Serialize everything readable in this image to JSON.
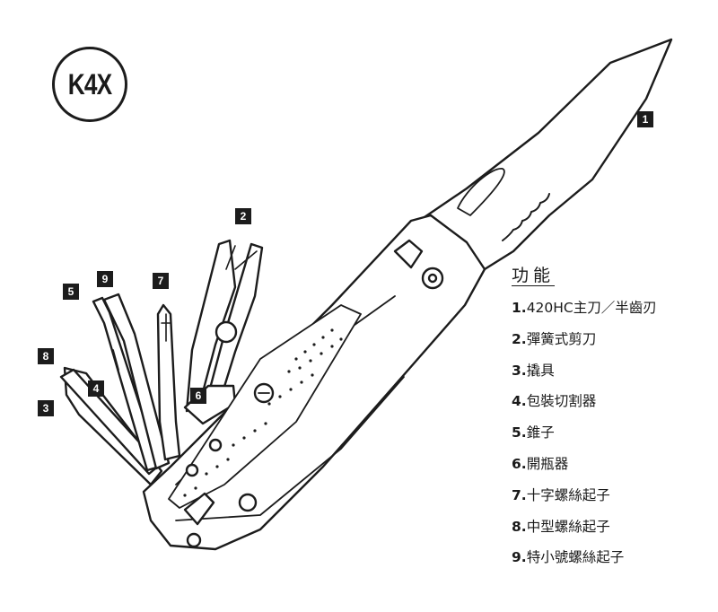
{
  "logo": {
    "text": "K4X"
  },
  "callouts": [
    "1",
    "2",
    "3",
    "4",
    "5",
    "6",
    "7",
    "8",
    "9"
  ],
  "legend": {
    "title": "功能",
    "items": [
      {
        "num": "1.",
        "label": "420HC主刀／半齒刃"
      },
      {
        "num": "2.",
        "label": "彈簧式剪刀"
      },
      {
        "num": "3.",
        "label": "撬具"
      },
      {
        "num": "4.",
        "label": "包裝切割器"
      },
      {
        "num": "5.",
        "label": "錐子"
      },
      {
        "num": "6.",
        "label": "開瓶器"
      },
      {
        "num": "7.",
        "label": "十字螺絲起子"
      },
      {
        "num": "8.",
        "label": "中型螺絲起子"
      },
      {
        "num": "9.",
        "label": "特小號螺絲起子"
      }
    ]
  },
  "colors": {
    "ink": "#1c1c1c",
    "fill": "#ffffff",
    "badge_text": "#ffffff"
  }
}
